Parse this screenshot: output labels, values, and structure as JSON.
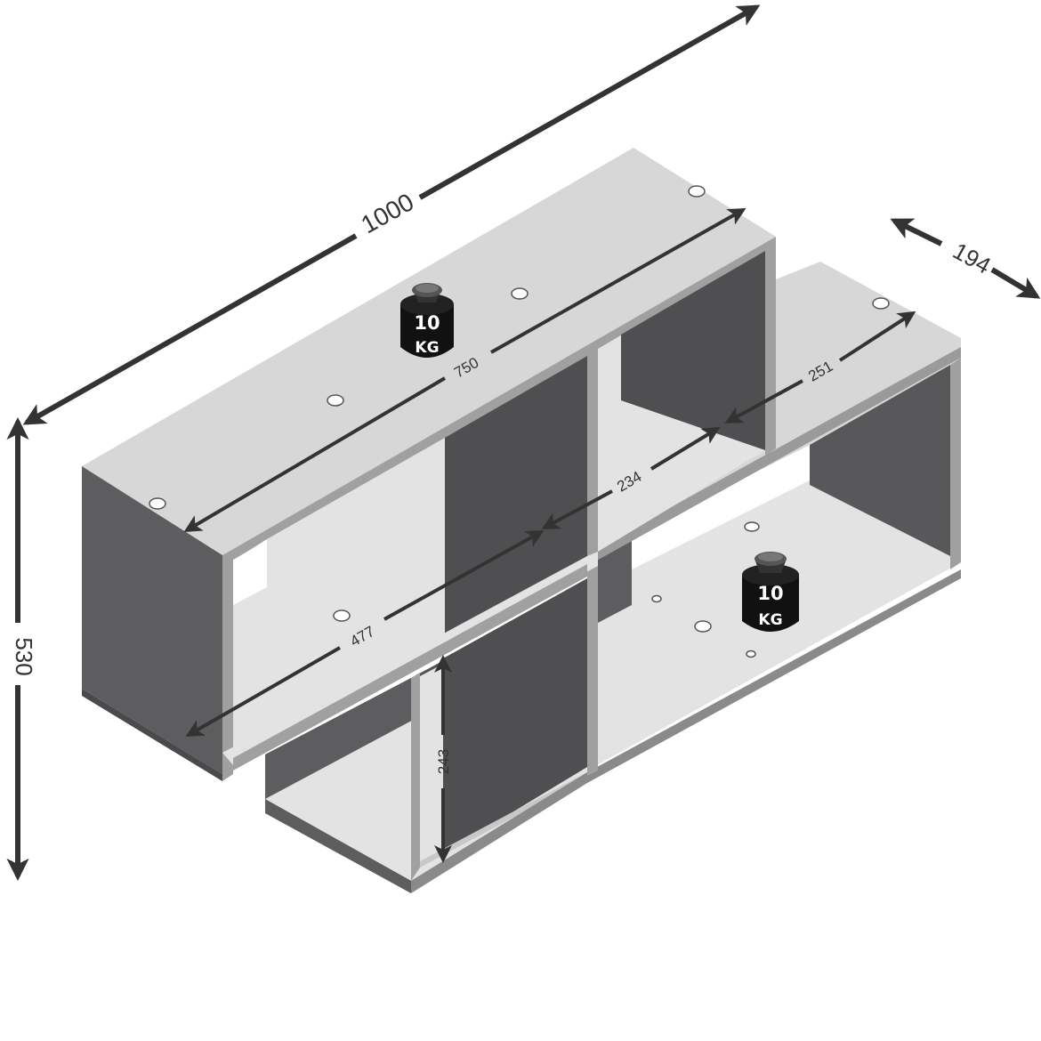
{
  "dimensions": {
    "total_width": "1000",
    "depth": "194",
    "total_height": "530",
    "top_inner_width": "750",
    "lower_inner_width": "477",
    "middle_span": "234",
    "right_span": "251",
    "compartment_height": "243"
  },
  "weights": {
    "top": {
      "value": "10",
      "unit": "KG"
    },
    "bottom": {
      "value": "10",
      "unit": "KG"
    }
  },
  "colors": {
    "panel_face": "#5d5d5f",
    "panel_top": "#d7d7d7",
    "panel_edge": "#a0a0a0",
    "inner_back": "#525254",
    "interior_shelf": "#e3e3e3",
    "arrow": "#333333",
    "weight": "#111111"
  },
  "icons": {
    "weight": "weight-icon",
    "arrow": "double-arrow-icon"
  }
}
